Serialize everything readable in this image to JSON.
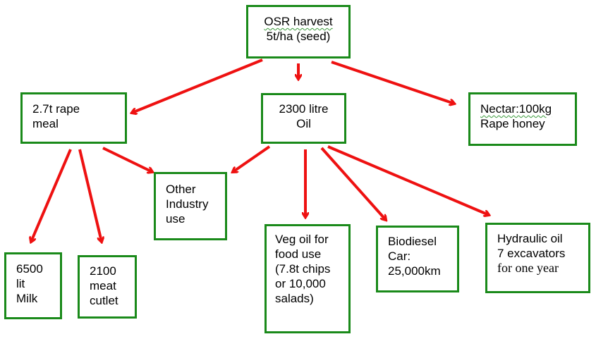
{
  "colors": {
    "box_border": "#1a8a1a",
    "arrow": "#ee1111"
  },
  "root": {
    "line1": "OSR  harvest",
    "line2": "5t/ha (seed)"
  },
  "meal": {
    "line1": "2.7t rape",
    "line2": "meal"
  },
  "oil": {
    "line1": "2300 litre",
    "line2": "Oil"
  },
  "honey": {
    "line1": "Nectar:100kg",
    "line2": "Rape honey"
  },
  "industry": {
    "line1": "Other",
    "line2": "Industry",
    "line3": "use"
  },
  "milk": {
    "line1": "6500",
    "line2": "lit",
    "line3": "Milk"
  },
  "meat": {
    "line1": "2100",
    "line2": "meat",
    "line3": "cutlet"
  },
  "vegoil": {
    "line1": "Veg oil for",
    "line2": "food use",
    "line3": "(7.8t chips",
    "line4": "or 10,000",
    "line5": "salads)"
  },
  "biodiesel": {
    "line1": "Biodiesel",
    "line2": "Car:",
    "line3": "25,000km"
  },
  "hydraulic": {
    "line1": "Hydraulic oil",
    "line2": "7 excavators",
    "line3": "for one year"
  }
}
